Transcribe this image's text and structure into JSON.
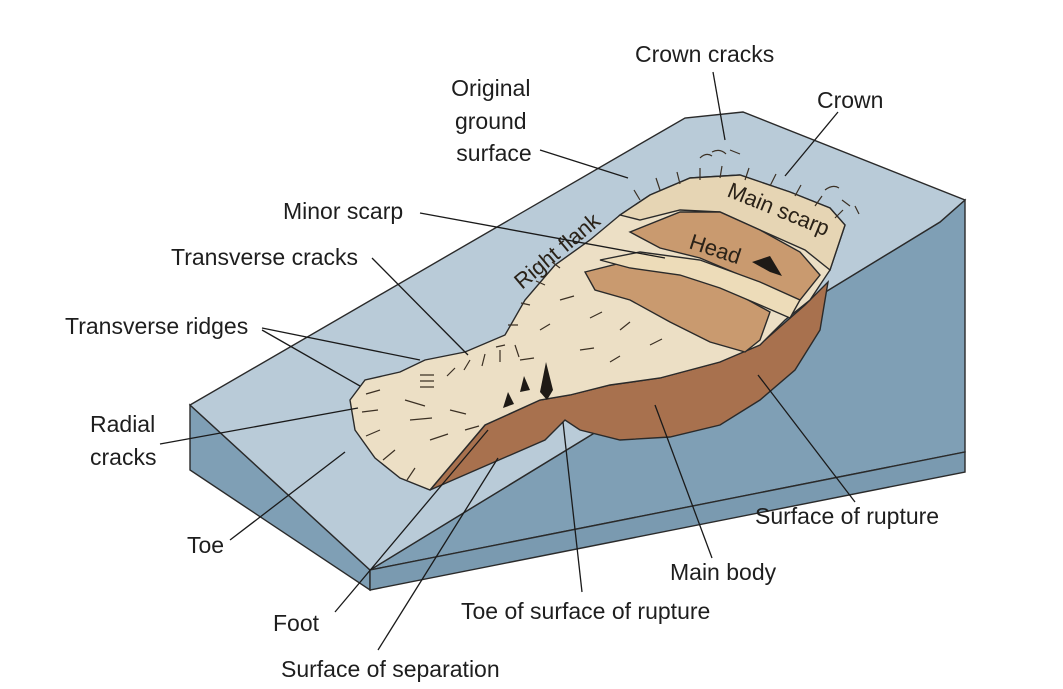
{
  "labels": {
    "crown_cracks": "Crown cracks",
    "crown": "Crown",
    "original_ground_surface": [
      "Original",
      "ground",
      "surface"
    ],
    "minor_scarp": "Minor scarp",
    "transverse_cracks": "Transverse cracks",
    "transverse_ridges": "Transverse ridges",
    "radial_cracks": [
      "Radial",
      "cracks"
    ],
    "toe": "Toe",
    "foot": "Foot",
    "surface_of_separation": "Surface of separation",
    "toe_of_surface_of_rupture": "Toe of surface of rupture",
    "main_body": "Main body",
    "surface_of_rupture": "Surface of rupture"
  },
  "inline_labels": {
    "main_scarp": "Main scarp",
    "head": "Head",
    "right_flank": "Right flank"
  },
  "colors": {
    "ground_top": "#b9cbd8",
    "block_side": "#7f9fb5",
    "slide_body": "#ecdfc5",
    "head_block": "#c99a6f",
    "rupture_surface": "#a8714e",
    "linework": "#2a2a2a"
  }
}
